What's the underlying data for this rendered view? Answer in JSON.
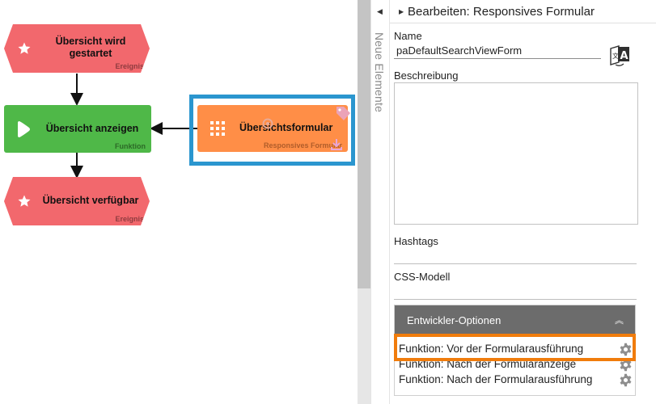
{
  "colors": {
    "event": "#f2686d",
    "function": "#4fb848",
    "form": "#ff8e47",
    "selection": "#2b96cf",
    "highlight": "#f07c0c",
    "dev_header": "#6c6c6c"
  },
  "canvas": {
    "shapes": [
      {
        "name": "event-start",
        "title_line1": "Übersicht wird",
        "title_line2": "gestartet",
        "type": "Ereignis",
        "icon": "star-icon"
      },
      {
        "name": "function-show",
        "title": "Übersicht anzeigen",
        "type": "Funktion",
        "icon": "play-icon"
      },
      {
        "name": "form",
        "title": "Übersichtsformular",
        "type": "Responsives Formular",
        "icon": "grid-icon"
      },
      {
        "name": "event-end",
        "title": "Übersicht verfügbar",
        "type": "Ereignis",
        "icon": "star-icon"
      }
    ],
    "side_tab_label": "Neue Elemente"
  },
  "panel": {
    "title": "Bearbeiten: Responsives Formular",
    "name_label": "Name",
    "name_value": "paDefaultSearchViewForm",
    "description_label": "Beschreibung",
    "description_value": "",
    "hashtags_label": "Hashtags",
    "css_label": "CSS-Modell",
    "dev_options": {
      "title": "Entwickler-Optionen",
      "items": [
        "Funktion: Vor der Formularausführung",
        "Funktion: Nach der Formularanzeige",
        "Funktion: Nach der Formularausführung"
      ]
    }
  }
}
